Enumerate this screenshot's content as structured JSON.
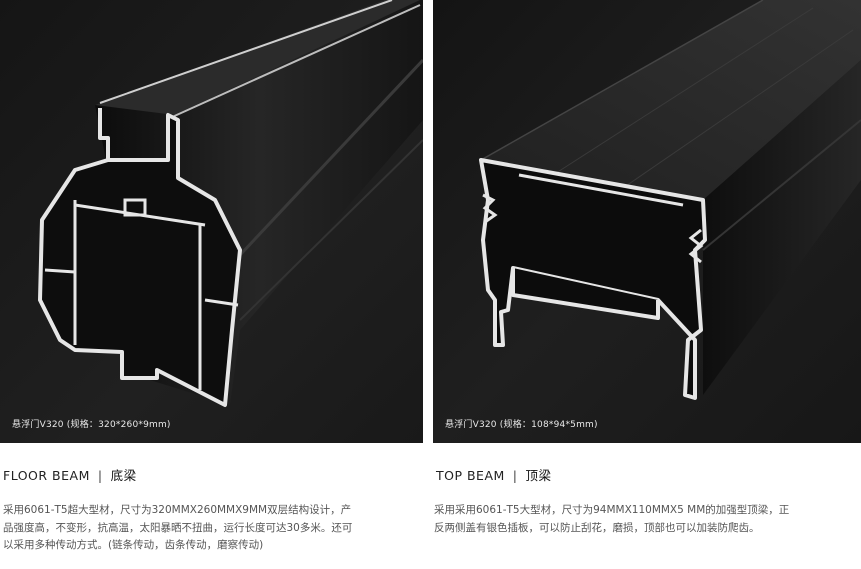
{
  "left": {
    "caption": "悬浮门V320 (规格：320*260*9mm)",
    "heading_en": "FLOOR BEAM",
    "heading_sep": "|",
    "heading_zh": "底梁",
    "description": "采用6061-T5超大型材，尺寸为320MMX260MMX9MM双层结构设计，产品强度高，不变形，抗高温，太阳暴晒不扭曲，运行长度可达30多米。还可以采用多种传动方式。(链条传动，齿条传动，磨察传动)"
  },
  "right": {
    "caption": "悬浮门V320 (规格：108*94*5mm)",
    "heading_en": "TOP BEAM",
    "heading_sep": "|",
    "heading_zh": "顶梁",
    "description": "采用采用6061-T5大型材，尺寸为94MMX110MMX5 MM的加强型顶梁，正反两侧盖有银色插板，可以防止刮花，磨损，顶部也可以加装防爬齿。"
  },
  "colors": {
    "background_dark": "#1a1a1a",
    "profile_silver": "#e6e6e6",
    "text_dark": "#222222",
    "text_body": "#555555"
  }
}
